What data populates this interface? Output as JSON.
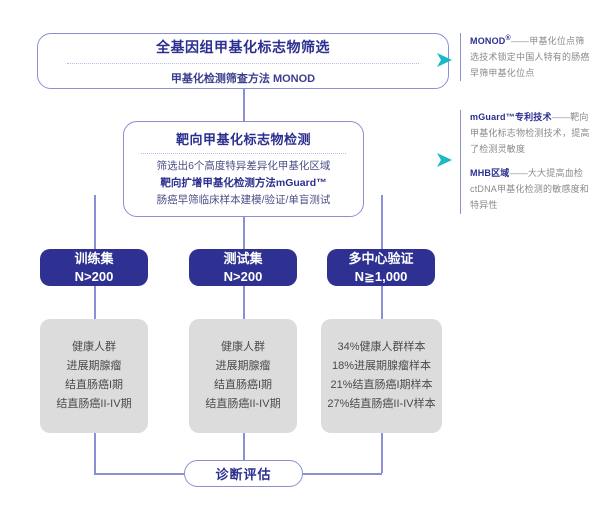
{
  "diagram": {
    "title": "全基因组甲基化标志物筛选",
    "stage1": {
      "title": "全基因组甲基化标志物筛选",
      "subtitle": "甲基化检测筛查方法 MONOD"
    },
    "stage2": {
      "title": "靶向甲基化标志物检测",
      "lines": [
        "筛选出6个高度特异差异化甲基化区域",
        "靶向扩增甲基化检测方法mGuard™",
        "肠癌早筛临床样本建模/验证/单盲测试"
      ],
      "emphasis_index": 1
    },
    "cohorts": [
      {
        "name": "训练集",
        "n": "N>200"
      },
      {
        "name": "测试集",
        "n": "N>200"
      },
      {
        "name": "多中心验证",
        "n": "N≧1,000"
      }
    ],
    "samples": [
      {
        "lines": [
          "健康人群",
          "进展期腺瘤",
          "结直肠癌I期",
          "结直肠癌II-IV期"
        ]
      },
      {
        "lines": [
          "健康人群",
          "进展期腺瘤",
          "结直肠癌I期",
          "结直肠癌II-IV期"
        ]
      },
      {
        "lines": [
          "34%健康人群样本",
          "18%进展期腺瘤样本",
          "21%结直肠癌I期样本",
          "27%结直肠癌II-IV样本"
        ]
      }
    ],
    "result": {
      "label": "诊断评估"
    },
    "annotations": [
      {
        "id": "monod",
        "items": [
          {
            "term": "MONOD",
            "sup": "®",
            "body": "——甲基化位点筛选技术锁定中国人特有的肠癌早筛甲基化位点"
          }
        ]
      },
      {
        "id": "mguard-mhb",
        "items": [
          {
            "term": "mGuard™专利技术",
            "sup": "",
            "body": "——靶向甲基化标志物检测技术，提高了检测灵敏度"
          },
          {
            "term": "MHB区域",
            "sup": "",
            "body": "——大大提高血检ctDNA甲基化检测的敏感度和特异性"
          }
        ]
      }
    ],
    "colors": {
      "brand_blue": "#2e3192",
      "line_purple": "#8b8fd4",
      "grey_box": "#dcdcdc",
      "arrow_teal": "#19b9c6",
      "anno_text": "#8a8a8a"
    }
  }
}
